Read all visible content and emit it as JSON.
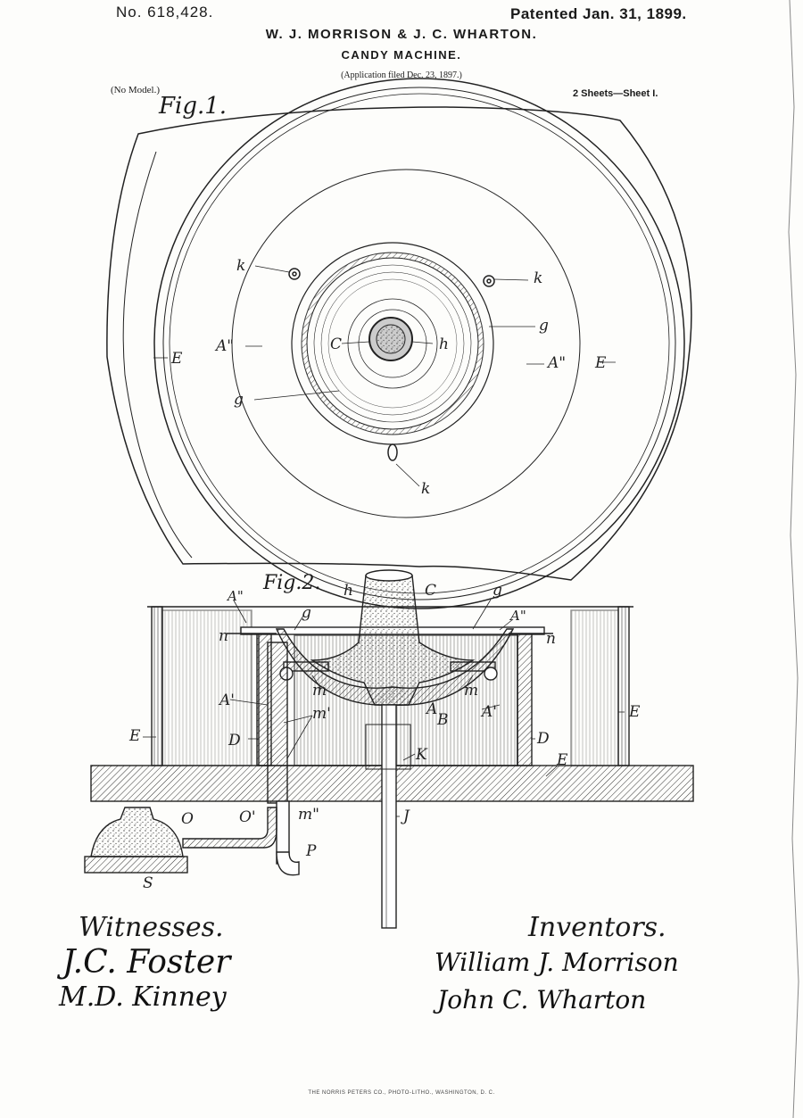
{
  "header": {
    "patent_number": "No. 618,428.",
    "patent_date": "Patented Jan. 31, 1899.",
    "inventors_line": "W. J. MORRISON & J. C. WHARTON.",
    "title": "CANDY MACHINE.",
    "application_filed": "(Application filed Dec. 23, 1897.)",
    "model_note": "(No Model.)",
    "sheet_note": "2 Sheets—Sheet I."
  },
  "figures": {
    "fig1_label": "Fig.1.",
    "fig2_label": "Fig.2.",
    "fig1_refs": [
      "k",
      "k",
      "k",
      "g",
      "g",
      "E",
      "E",
      "A\"",
      "A\"",
      "C",
      "h"
    ],
    "fig2_refs": [
      "A\"",
      "A\"",
      "h",
      "C",
      "g",
      "g",
      "n",
      "n",
      "m",
      "m",
      "A'",
      "A'",
      "m'",
      "A",
      "B",
      "E",
      "E",
      "D",
      "D",
      "K",
      "E",
      "O",
      "O'",
      "m\"",
      "J",
      "P",
      "S"
    ]
  },
  "signatures": {
    "witnesses_label": "Witnesses.",
    "witness_1": "J.C. Foster",
    "witness_2": "M.D. Kinney",
    "inventors_label": "Inventors.",
    "inventor_1": "William J. Morrison",
    "inventor_2": "John C. Wharton"
  },
  "footer": "THE NORRIS PETERS CO., PHOTO-LITHO., WASHINGTON, D. C.",
  "colors": {
    "ink": "#1a1a1a",
    "paper": "#fdfdfb"
  }
}
